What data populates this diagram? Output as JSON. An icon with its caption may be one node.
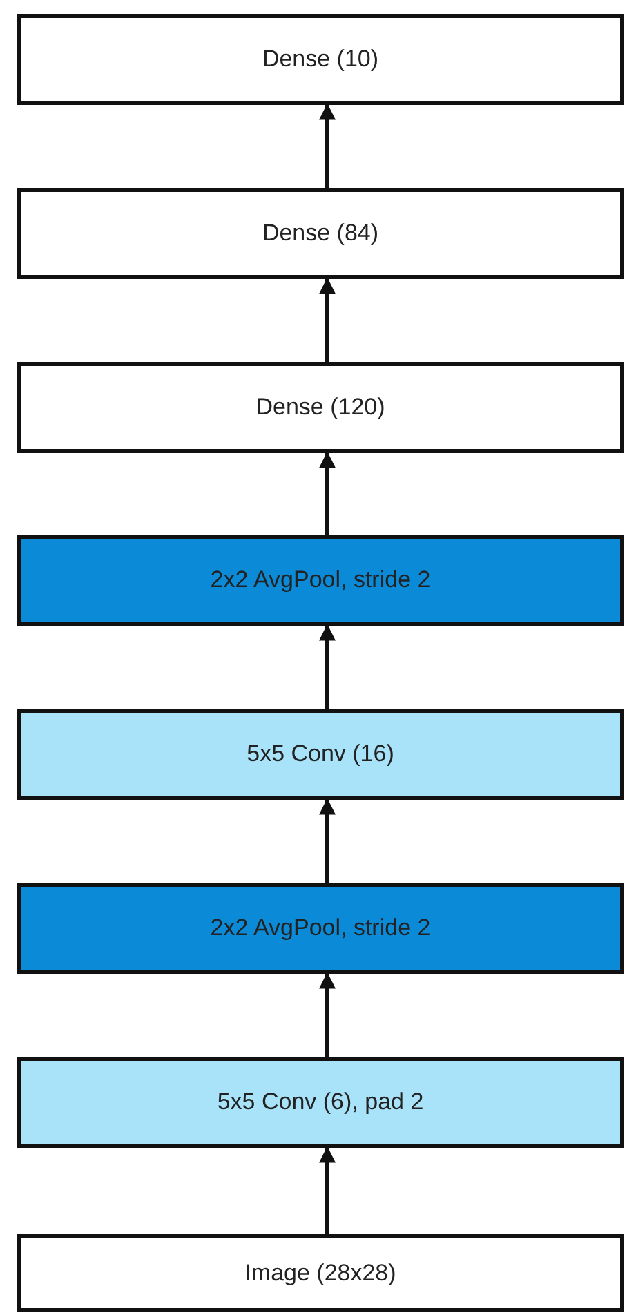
{
  "diagram": {
    "nodes": [
      {
        "text": [
          "Dense (10)"
        ]
      },
      {
        "text": [
          "Dense (84)"
        ]
      },
      {
        "text": [
          "Dense (120)"
        ]
      },
      {
        "text": [
          "2x2 AvgPool, stride 2"
        ]
      },
      {
        "text": [
          "5x5 Conv (16)"
        ]
      },
      {
        "text": [
          "2x2 AvgPool, stride 2"
        ]
      },
      {
        "text": [
          "5x5 Conv (6), pad 2"
        ]
      },
      {
        "text": [
          "Image (28x28)"
        ]
      }
    ],
    "edges": [
      {
        "from": 7,
        "to": 6,
        "arrow": "to"
      },
      {
        "from": 6,
        "to": 5,
        "arrow": "to"
      },
      {
        "from": 5,
        "to": 4,
        "arrow": "to"
      },
      {
        "from": 4,
        "to": 3,
        "arrow": "to"
      },
      {
        "from": 3,
        "to": 2,
        "arrow": "to"
      },
      {
        "from": 2,
        "to": 1,
        "arrow": "to"
      },
      {
        "from": 1,
        "to": 0,
        "arrow": "to"
      }
    ]
  }
}
